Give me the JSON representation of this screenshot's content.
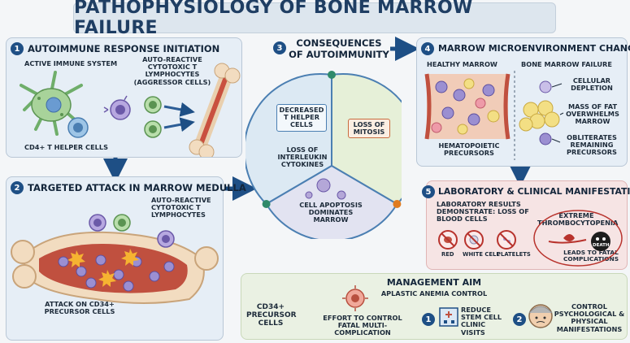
{
  "title": "PATHOPHYSIOLOGY OF BONE MARROW FAILURE",
  "s1": {
    "num": "1",
    "heading": "AUTOIMMUNE RESPONSE INITIATION",
    "active_immune": "ACTIVE IMMUNE SYSTEM",
    "auto_reactive": "AUTO-REACTIVE CYTOTOXIC T LYMPHOCYTES (AGGRESSOR CELLS)",
    "cd4": "CD4+ T HELPER CELLS"
  },
  "s2": {
    "num": "2",
    "heading": "TARGETED ATTACK IN MARROW MEDULLA",
    "auto_reactive": "AUTO-REACTIVE CYTOTOXIC T LYMPHOCYTES",
    "attack": "ATTACK ON CD34+ PRECURSOR CELLS"
  },
  "s3": {
    "num": "3",
    "heading": "CONSEQUENCES OF AUTOIMMUNITY",
    "decreased": "DECREASED T HELPER CELLS",
    "loss_interleukin": "LOSS OF INTERLEUKIN CYTOKINES",
    "loss_mitosis": "LOSS OF MITOSIS",
    "apoptosis": "CELL APOPTOSIS DOMINATES MARROW"
  },
  "s4": {
    "num": "4",
    "heading": "MARROW MICROENVIRONMENT CHANGE",
    "healthy": "HEALTHY MARROW",
    "failure": "BONE MARROW FAILURE",
    "depletion": "CELLULAR DEPLETION",
    "mass_fat": "MASS OF FAT OVERWHELMS MARROW",
    "obliterates": "OBLITERATES REMAINING PRECURSORS",
    "hematopoietic": "HEMATOPOIETIC PRECURSORS"
  },
  "s5": {
    "num": "5",
    "heading": "LABORATORY & CLINICAL MANIFESTATIONS",
    "lab_results": "LABORATORY RESULTS DEMONSTRATE: LOSS OF BLOOD CELLS",
    "red": "RED",
    "white": "WHITE CELL",
    "platelets": "PLATELETS",
    "extreme": "EXTREME THROMBOCYTOPENIA",
    "death": "DEATH",
    "leads": "LEADS TO FATAL COMPLICATIONS"
  },
  "mgmt": {
    "heading": "MANAGEMENT AIM",
    "sub": "APLASTIC ANEMIA CONTROL",
    "cd34": "CD34+ PRECURSOR CELLS",
    "effort": "EFFORT TO CONTROL FATAL MULTI-COMPLICATION",
    "n1": "1",
    "reduce": "REDUCE STEM CELL CLINIC VISITS",
    "n2": "2",
    "control": "CONTROL PSYCHOLOGICAL & PHYSICAL MANIFESTATIONS"
  },
  "colors": {
    "navy": "#1e4f85",
    "purple_cell": "#8d7cc4",
    "green_cell": "#7fb36a",
    "bone": "#f2dcc0",
    "marrow_red": "#c0503f",
    "fat_yellow": "#f3df84"
  }
}
